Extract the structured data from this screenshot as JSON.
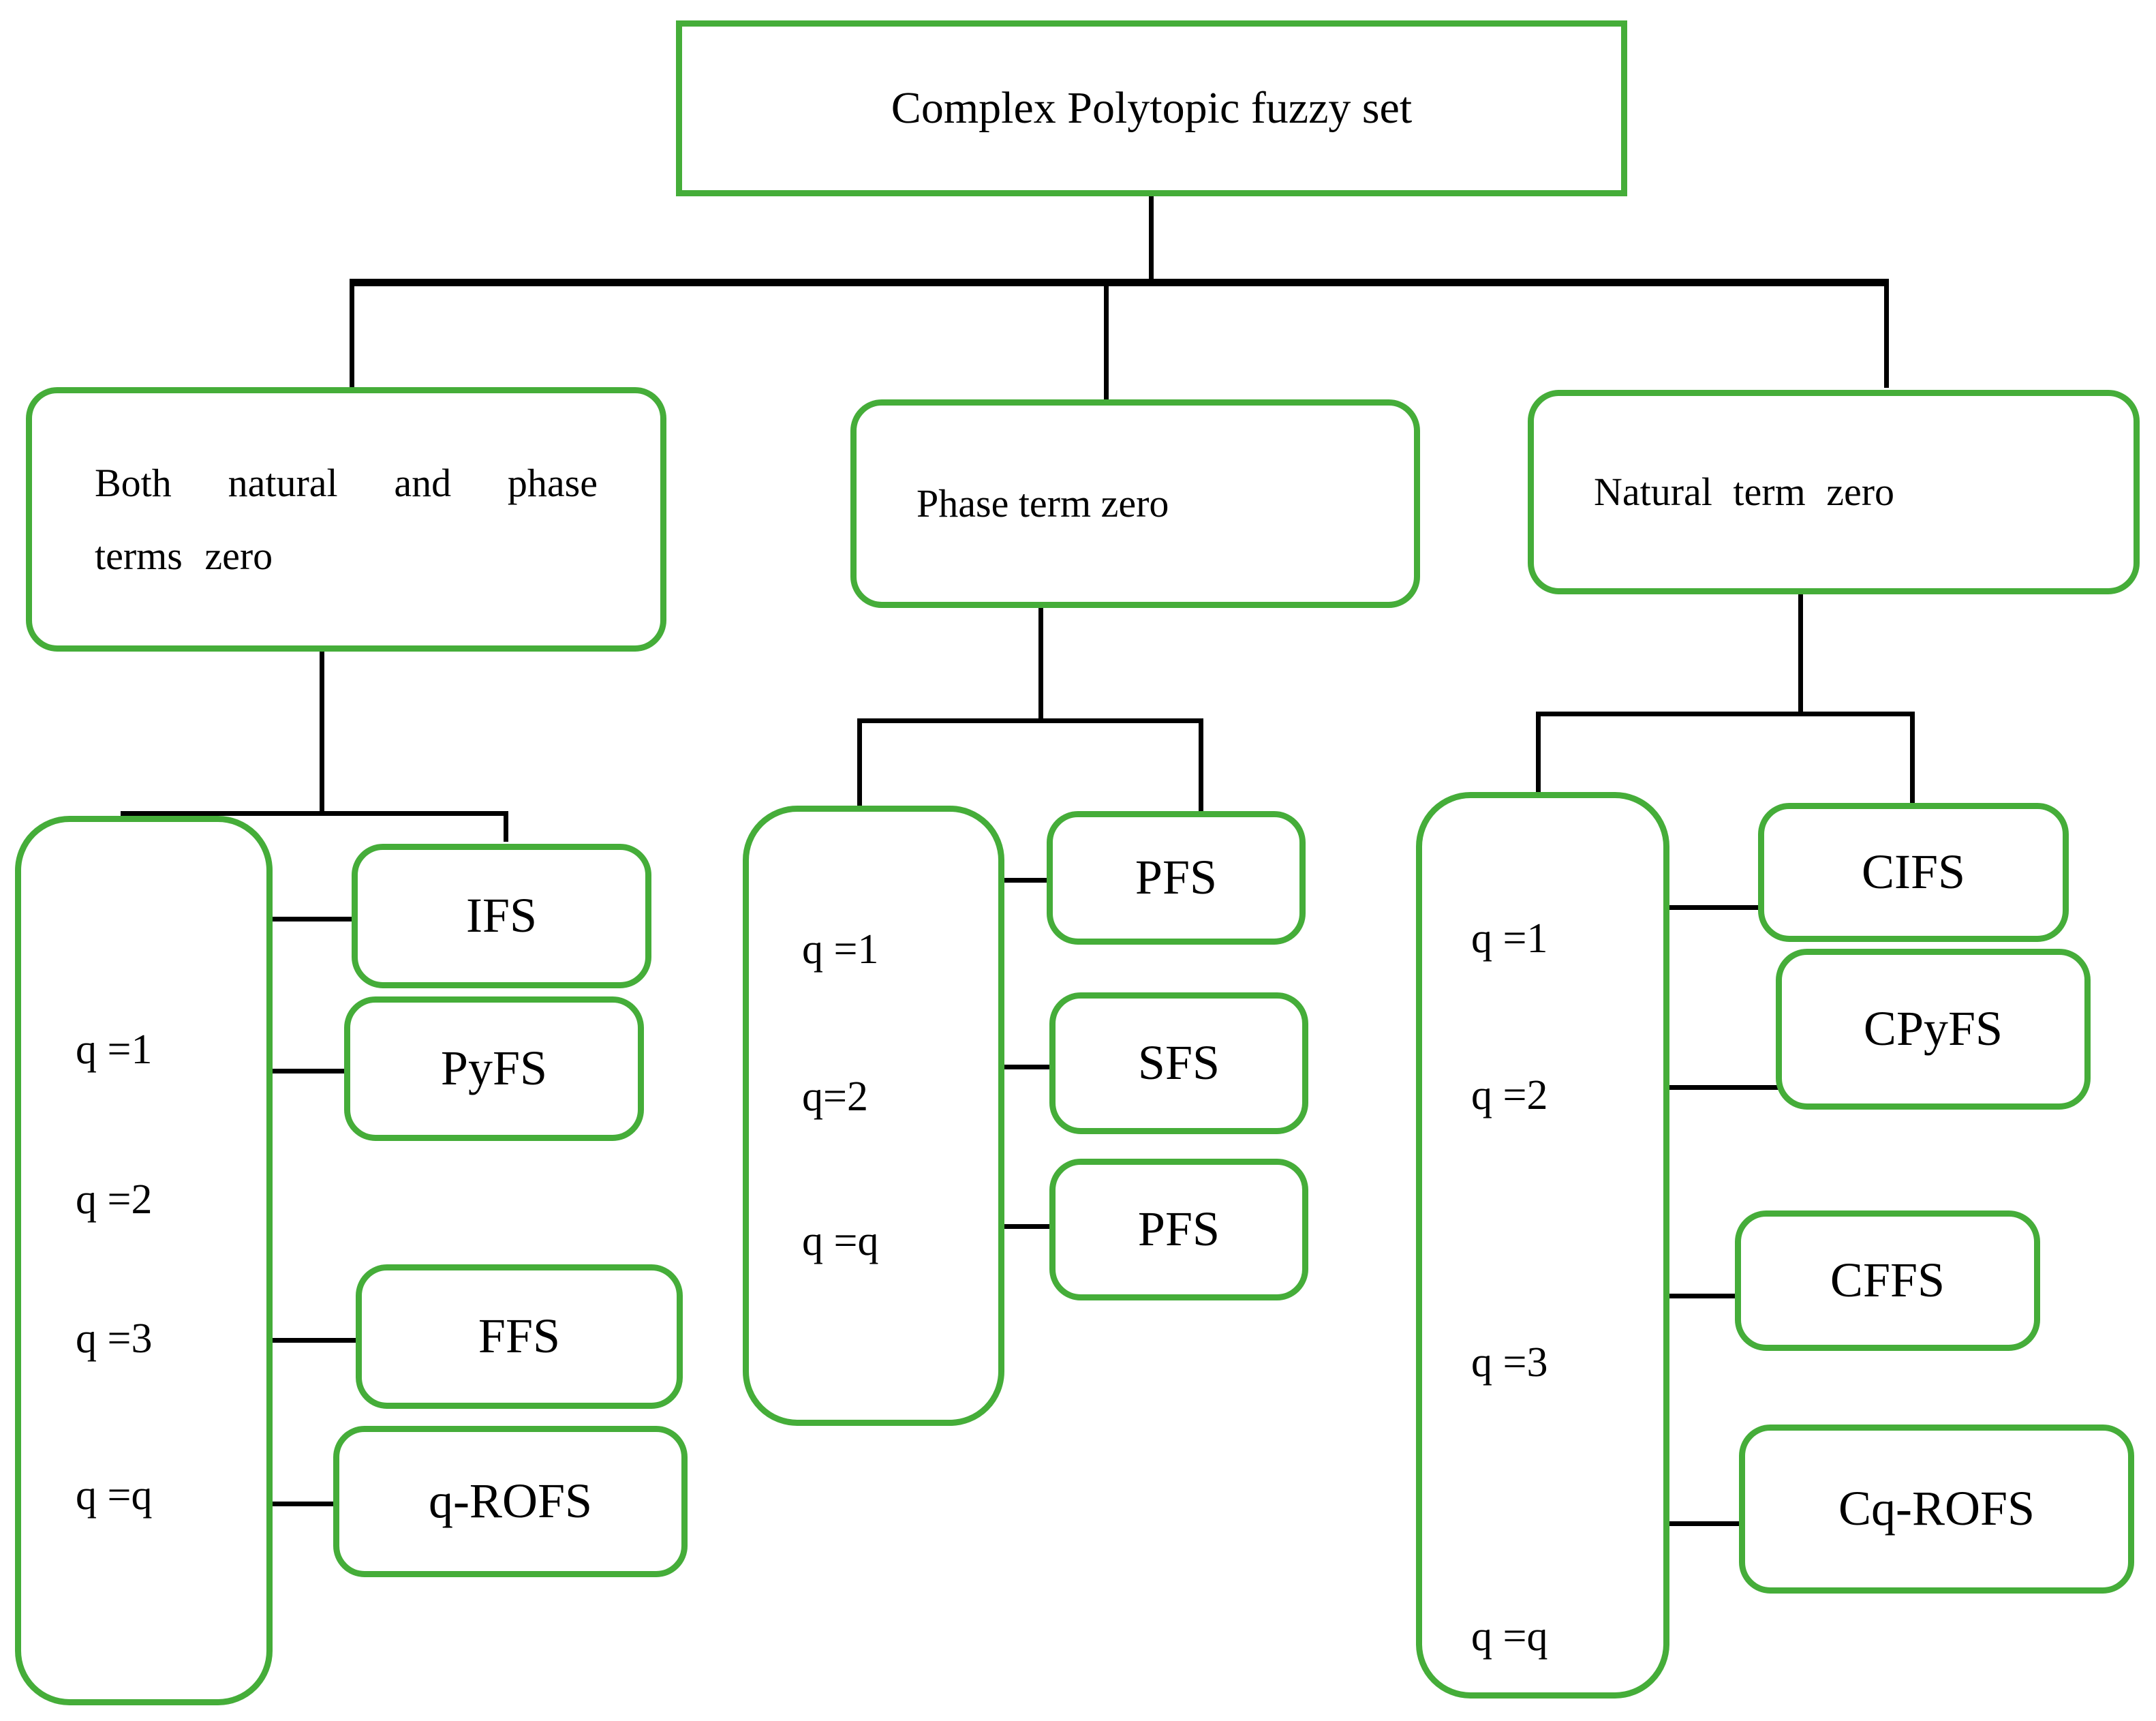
{
  "diagram": {
    "title_node": {
      "label": "Complex Polytopic fuzzy set"
    },
    "branches": [
      {
        "id": "both-zero",
        "label": "Both  natural  and  phase   terms     zero",
        "q_values": [
          "q =1",
          "q =2",
          "q =3",
          "q =q"
        ],
        "results": [
          "IFS",
          "PyFS",
          "FFS",
          "q-ROFS"
        ]
      },
      {
        "id": "phase-zero",
        "label": "Phase term zero",
        "q_values": [
          "q =1",
          "q=2",
          "q =q"
        ],
        "results": [
          "PFS",
          "SFS",
          "PFS"
        ]
      },
      {
        "id": "natural-zero",
        "label": "Natural   term   zero",
        "q_values": [
          "q =1",
          "q =2",
          "q =3",
          "q =q"
        ],
        "results": [
          "CIFS",
          "CPyFS",
          "CFFS",
          "Cq-ROFS"
        ]
      }
    ]
  },
  "colors": {
    "accent_green": "#45ad39",
    "connector_black": "#000000",
    "background": "#ffffff",
    "text": "#000000"
  }
}
